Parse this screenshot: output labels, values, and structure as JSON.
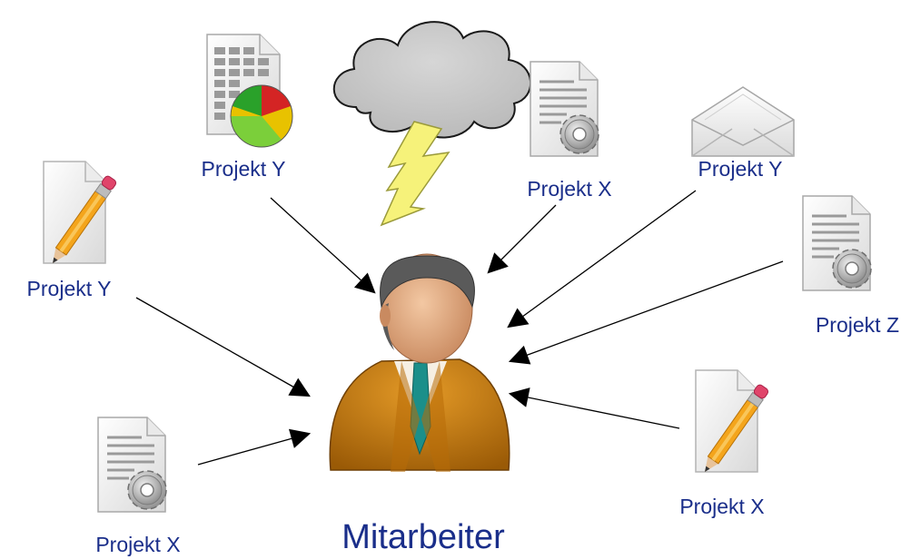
{
  "center": {
    "label": "Mitarbeiter",
    "icon": "person-icon"
  },
  "projects": [
    {
      "id": "p1",
      "label": "Projekt Y",
      "icon": "spreadsheet-chart-icon"
    },
    {
      "id": "p2",
      "label": "Projekt X",
      "icon": "settings-document-icon"
    },
    {
      "id": "p3",
      "label": "Projekt Y",
      "icon": "envelope-icon"
    },
    {
      "id": "p4",
      "label": "Projekt Y",
      "icon": "pencil-document-icon"
    },
    {
      "id": "p5",
      "label": "Projekt Z",
      "icon": "settings-document-icon"
    },
    {
      "id": "p6",
      "label": "Projekt X",
      "icon": "pencil-document-icon"
    },
    {
      "id": "p7",
      "label": "Projekt X",
      "icon": "settings-document-icon"
    }
  ],
  "decorations": [
    {
      "icon": "storm-cloud-icon"
    },
    {
      "icon": "lightning-bolt-icon"
    }
  ],
  "colors": {
    "label_text": "#1a2e8a",
    "lightning": "#f6f27a",
    "cloud": "#c8c8c8",
    "jacket": "#c67a0e",
    "tie": "#1b8f8a"
  }
}
